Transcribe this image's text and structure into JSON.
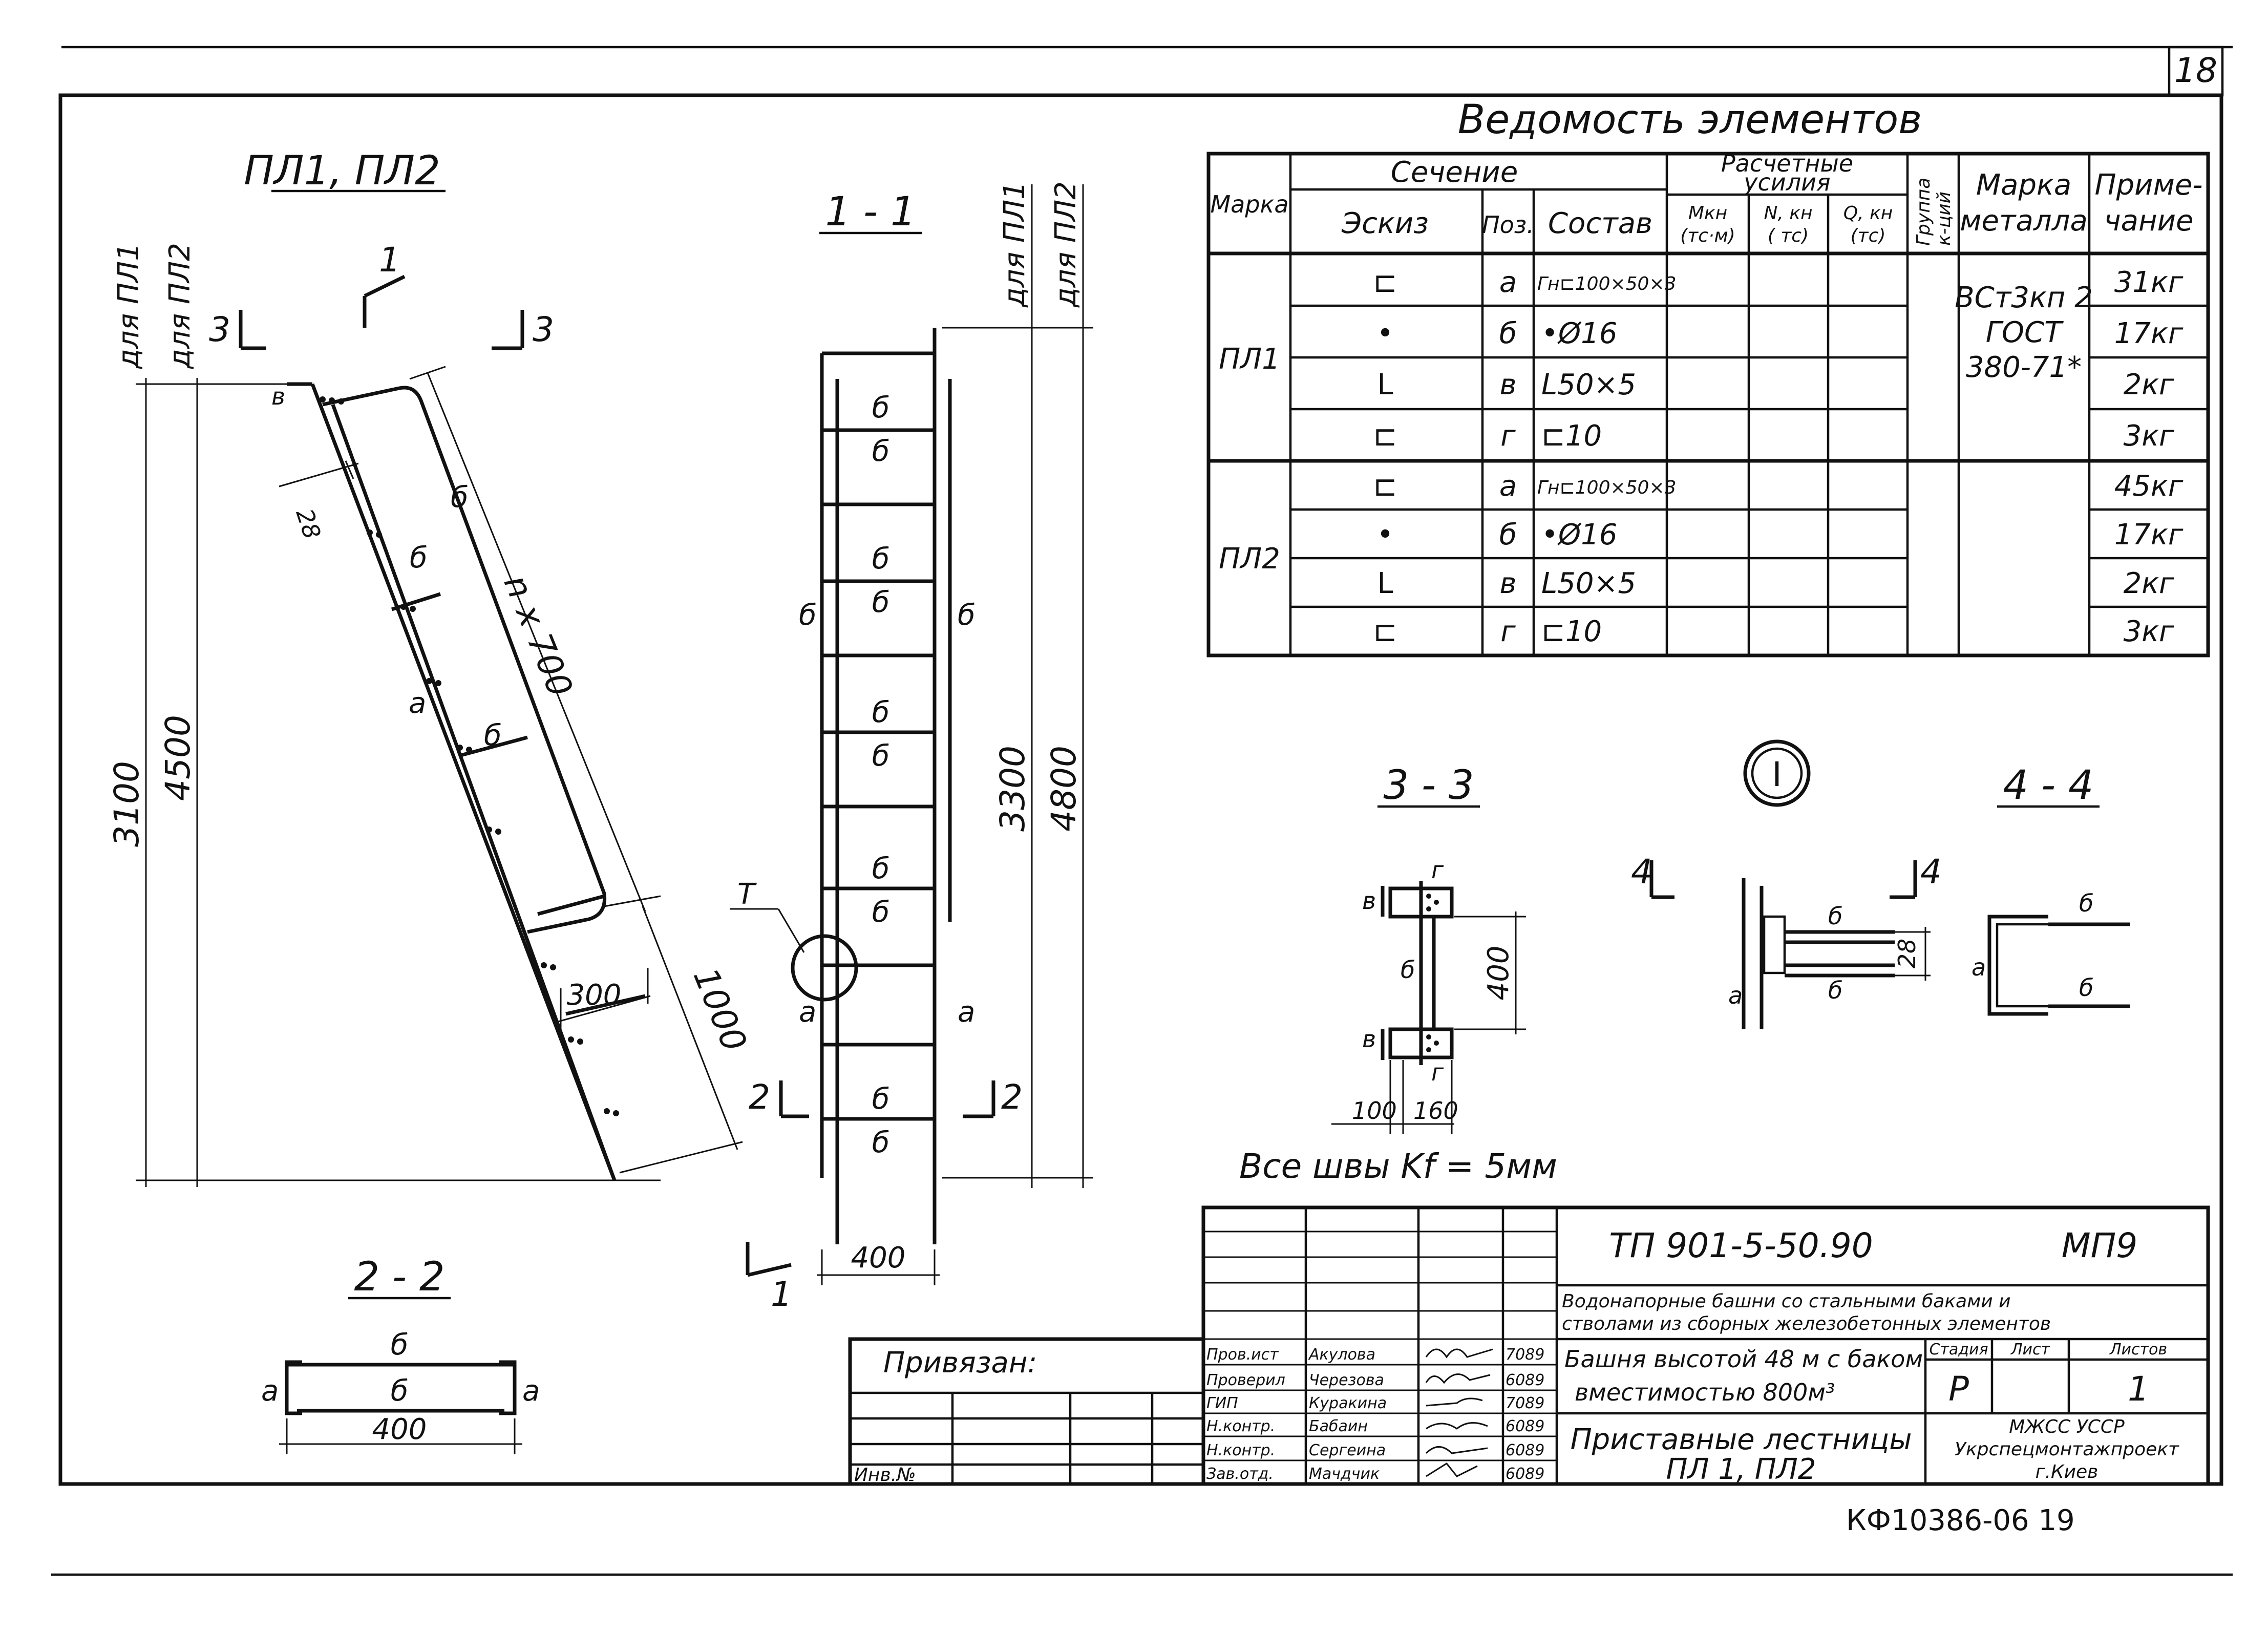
{
  "sheet_number": "18",
  "bottom_code": "КФ10386-06   19",
  "views": {
    "main_title": "ПЛ1, ПЛ2",
    "section_1_1": "1 - 1",
    "section_2_2": "2 - 2",
    "section_3_3": "3 - 3",
    "section_4_4": "4 - 4",
    "node_i": "I",
    "cut_1": "1",
    "cut_2": "2",
    "cut_3": "3",
    "cut_4": "4",
    "for_pl1": "для ПЛ1",
    "for_pl2": "для ПЛ2",
    "dim_3100": "3100",
    "dim_4500": "4500",
    "dim_3300": "3300",
    "dim_4800": "4800",
    "dim_nx700": "n x 700",
    "dim_1000": "1000",
    "dim_300": "300",
    "dim_28": "28",
    "dim_400": "400",
    "dim_100": "100",
    "dim_160": "160",
    "mark_a": "а",
    "mark_b": "б",
    "mark_v": "в",
    "mark_g": "г",
    "mark_t": "Т",
    "welds_note": "Все швы Kf = 5мм"
  },
  "table": {
    "title": "Ведомость элементов",
    "h_marka": "Марка",
    "h_sechenie": "Сечение",
    "h_eskiz": "Эскиз",
    "h_poz": "Поз.",
    "h_sostav": "Состав",
    "h_raschet_1": "Расчетные",
    "h_raschet_2": "усилия",
    "h_m_1": "Mкн",
    "h_m_2": "(тс·м)",
    "h_n_1": "N, кн",
    "h_n_2": "( тс)",
    "h_q_1": "Q, кн",
    "h_q_2": "(тс)",
    "h_gruppa_1": "Группа",
    "h_gruppa_2": "к-ций",
    "h_metal_1": "Марка",
    "h_metal_2": "металла",
    "h_prim_1": "Приме-",
    "h_prim_2": "чание",
    "metal_1": "ВСт3кп 2",
    "metal_2": "ГОСТ",
    "metal_3": "380-71*",
    "groups": [
      {
        "mark": "ПЛ1",
        "rows": [
          {
            "sketch": "⊏",
            "pos": "а",
            "comp": "Гн⊏100×50×3",
            "note": "31кг"
          },
          {
            "sketch": "•",
            "pos": "б",
            "comp": "•Ø16",
            "note": "17кг"
          },
          {
            "sketch": "L",
            "pos": "в",
            "comp": "L50×5",
            "note": "2кг"
          },
          {
            "sketch": "⊏",
            "pos": "г",
            "comp": "⊏10",
            "note": "3кг"
          }
        ]
      },
      {
        "mark": "ПЛ2",
        "rows": [
          {
            "sketch": "⊏",
            "pos": "а",
            "comp": "Гн⊏100×50×3",
            "note": "45кг"
          },
          {
            "sketch": "•",
            "pos": "б",
            "comp": "•Ø16",
            "note": "17кг"
          },
          {
            "sketch": "L",
            "pos": "в",
            "comp": "L50×5",
            "note": "2кг"
          },
          {
            "sketch": "⊏",
            "pos": "г",
            "comp": "⊏10",
            "note": "3кг"
          }
        ]
      }
    ]
  },
  "title_block": {
    "code": "ТП 901-5-50.90",
    "sheet_mark": "МП9",
    "desc_1": "Водонапорные башни со стальными баками и",
    "desc_2": "стволами из сборных железобетонных элементов",
    "tower_1": "Башня высотой 48 м с баком",
    "tower_2": "вместимостью 800м³",
    "drawing_1": "Приставные лестницы",
    "drawing_2": "ПЛ 1, ПЛ2",
    "stage_h": "Стадия",
    "sheet_h": "Лист",
    "sheets_h": "Листов",
    "stage_v": "Р",
    "sheets_v": "1",
    "org_1": "МЖСС УССР",
    "org_2": "Укрспецмонтажпроект",
    "org_3": "г.Киев",
    "privyazan": "Привязан:",
    "inv": "Инв.№",
    "staff": [
      {
        "role": "Пров.ист",
        "name": "Акулова",
        "date": "7089"
      },
      {
        "role": "Проверил",
        "name": "Черезова",
        "date": "6089"
      },
      {
        "role": "ГИП",
        "name": "Куракина",
        "date": "7089"
      },
      {
        "role": "Н.контр.",
        "name": "Бабаин",
        "date": "6089"
      },
      {
        "role": "Н.контр.",
        "name": "Сергеина",
        "date": "6089"
      },
      {
        "role": "Зав.отд.",
        "name": "Мачдчик",
        "date": "6089"
      }
    ]
  }
}
